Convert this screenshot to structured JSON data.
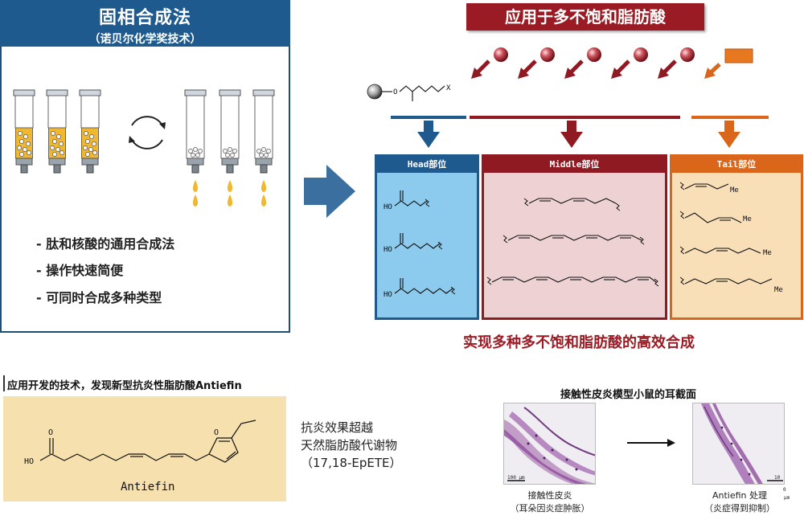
{
  "left_panel": {
    "title": "固相合成法",
    "subtitle": "（诺贝尔化学奖技术）",
    "features": [
      "- 肽和核酸的通用合成法",
      "- 操作快速简便",
      "- 可同时合成多种类型"
    ]
  },
  "right_panel": {
    "title": "应用于多不饱和脂肪酸",
    "resin_substituent": "X",
    "resin_link_atom": "O",
    "categories": [
      {
        "label": "Head部位",
        "color": "#1f5a8e",
        "structures": [
          "HO",
          "HO",
          "HO"
        ]
      },
      {
        "label": "Middle部位",
        "color": "#8f1a22"
      },
      {
        "label": "Tail部位",
        "color": "#d9661b",
        "structures": [
          "Me",
          "Me",
          "Me",
          "Me"
        ]
      }
    ],
    "result": "实现多种多不饱和脂肪酸的高效合成"
  },
  "development": {
    "heading": "应用开发的技术，发现新型抗炎性脂肪酸Antiefin",
    "compound_name": "Antiefin",
    "hydroxyl_label": "HO",
    "ring_atom": "O",
    "effect_lines": [
      "抗炎效果超越",
      "天然脂肪酸代谢物",
      "（17,18-EpETE）"
    ]
  },
  "mouse_study": {
    "title": "接触性皮炎模型小鼠的耳截面",
    "before_caption": [
      "接触性皮炎",
      "（耳朵因炎症肿胀）"
    ],
    "after_caption": [
      "Antiefin 处理",
      "（炎症得到抑制）"
    ],
    "scale_bar_before": "100 μm",
    "scale_bar_after": "10",
    "scale_bar_after_unit": "μm",
    "scale_bar_after_zero": "0"
  },
  "colors": {
    "navy": "#1f5a8e",
    "crimson": "#9b1b24",
    "orange": "#d9661b",
    "gold": "#f0b72f",
    "antiefin_bg": "#f6e0ae"
  }
}
